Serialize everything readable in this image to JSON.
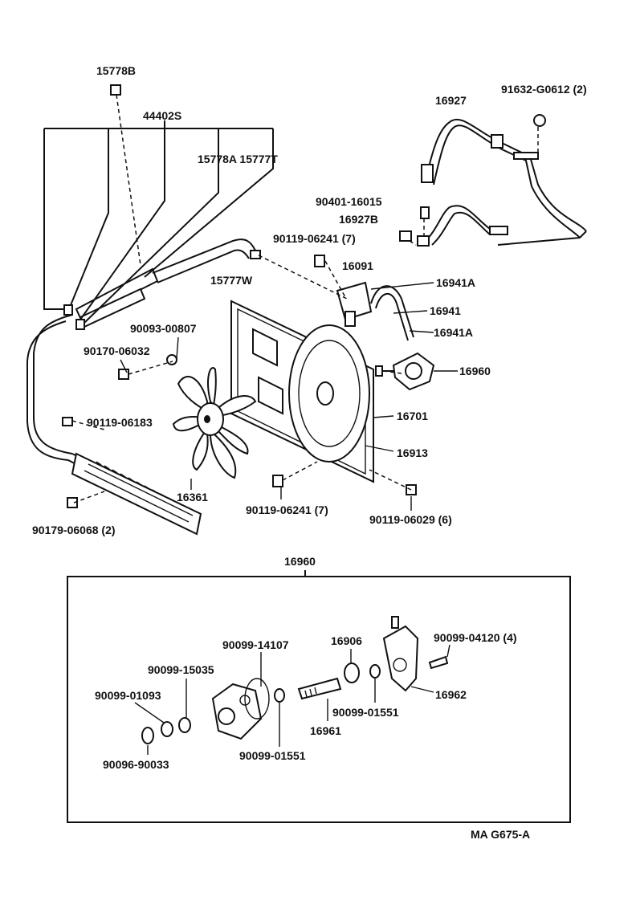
{
  "diagram": {
    "upper_callouts": [
      "15778B",
      "44402S",
      "15778A 15777T",
      "15777W",
      "90093-00807",
      "90170-06032",
      "90119-06183",
      "90179-06068 (2)",
      "16361",
      "90119-06241 (7)",
      "90119-06241 (7)",
      "16091",
      "16941A",
      "16941",
      "16941A",
      "16960",
      "16701",
      "16913",
      "90119-06029 (6)",
      "90401-16015",
      "16927B",
      "16927",
      "91632-G0612 (2)"
    ],
    "detail_box": {
      "title": "16960",
      "callouts": [
        "90099-14107",
        "16906",
        "90099-04120 (4)",
        "90099-15035",
        "90099-01093",
        "16962",
        "90099-01551",
        "16961",
        "90096-90033",
        "90099-01551"
      ]
    },
    "footer_code": "MA G675-A"
  }
}
